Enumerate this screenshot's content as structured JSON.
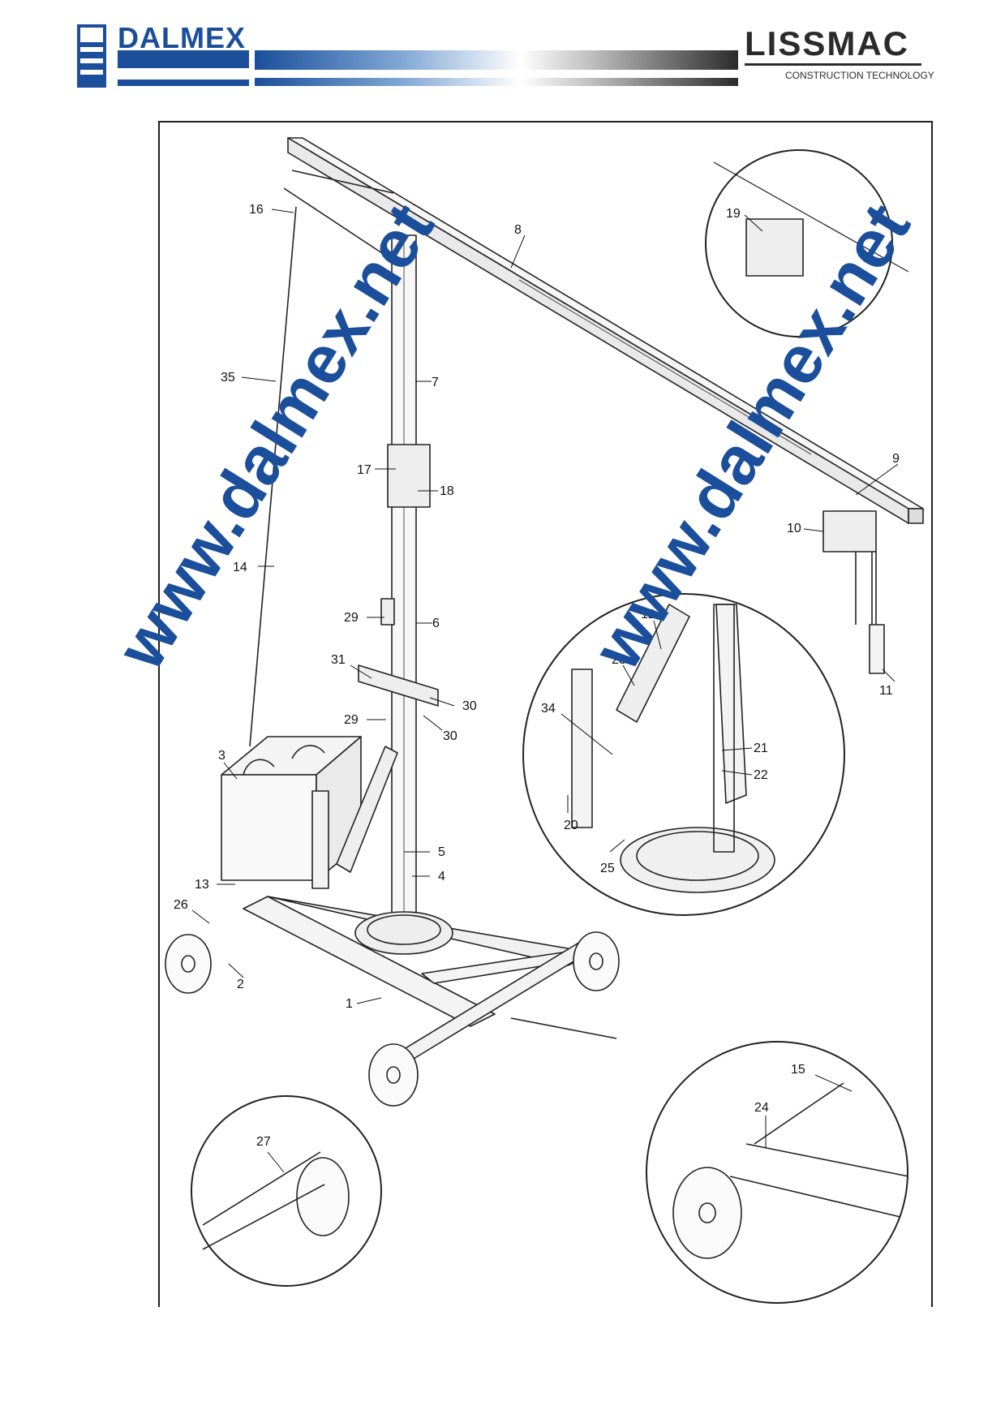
{
  "header": {
    "left_brand": "DALMEX",
    "right_brand": "LISSMAC",
    "right_sub": "CONSTRUCTION TECHNOLOGY",
    "colors": {
      "dalmex_blue": "#1b4f9c",
      "lissmac_dark": "#2b2b2b"
    }
  },
  "watermarks": [
    "www.dalmex.net",
    "www.dalmex.net"
  ],
  "callouts": [
    {
      "id": "c16",
      "label": "16"
    },
    {
      "id": "c8",
      "label": "8"
    },
    {
      "id": "c7",
      "label": "7"
    },
    {
      "id": "c35",
      "label": "35"
    },
    {
      "id": "c17",
      "label": "17"
    },
    {
      "id": "c18",
      "label": "18"
    },
    {
      "id": "c14",
      "label": "14"
    },
    {
      "id": "c29a",
      "label": "29"
    },
    {
      "id": "c6",
      "label": "6"
    },
    {
      "id": "c31",
      "label": "31"
    },
    {
      "id": "c30a",
      "label": "30"
    },
    {
      "id": "c29b",
      "label": "29"
    },
    {
      "id": "c30b",
      "label": "30"
    },
    {
      "id": "c3",
      "label": "3"
    },
    {
      "id": "c5",
      "label": "5"
    },
    {
      "id": "c4",
      "label": "4"
    },
    {
      "id": "c13",
      "label": "13"
    },
    {
      "id": "c26",
      "label": "26"
    },
    {
      "id": "c2",
      "label": "2"
    },
    {
      "id": "c1",
      "label": "1"
    },
    {
      "id": "c19",
      "label": "19"
    },
    {
      "id": "c9",
      "label": "9"
    },
    {
      "id": "c10",
      "label": "10"
    },
    {
      "id": "c11",
      "label": "11"
    },
    {
      "id": "c12",
      "label": "12"
    },
    {
      "id": "c23",
      "label": "23"
    },
    {
      "id": "c34",
      "label": "34"
    },
    {
      "id": "c21",
      "label": "21"
    },
    {
      "id": "c22",
      "label": "22"
    },
    {
      "id": "c20",
      "label": "20"
    },
    {
      "id": "c25",
      "label": "25"
    },
    {
      "id": "c27",
      "label": "27"
    },
    {
      "id": "c15",
      "label": "15"
    },
    {
      "id": "c24",
      "label": "24"
    }
  ]
}
